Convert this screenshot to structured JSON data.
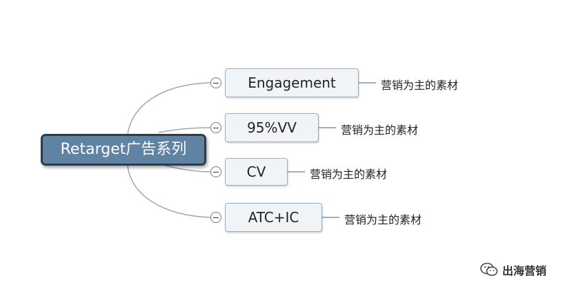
{
  "root": {
    "label": "Retarget广告系列"
  },
  "branches": [
    {
      "label": "Engagement",
      "note": "营销为主的素材"
    },
    {
      "label": "95%VV",
      "note": "营销为主的素材"
    },
    {
      "label": "CV",
      "note": "营销为主的素材"
    },
    {
      "label": "ATC+IC",
      "note": "营销为主的素材"
    }
  ],
  "watermark": {
    "text": "出海营销",
    "icon": "wechat-icon"
  },
  "colors": {
    "root_fill": "#5f84a3",
    "root_border": "#2f3b47",
    "node_fill": "#f1f4f7",
    "connector": "#9aa6b1"
  }
}
